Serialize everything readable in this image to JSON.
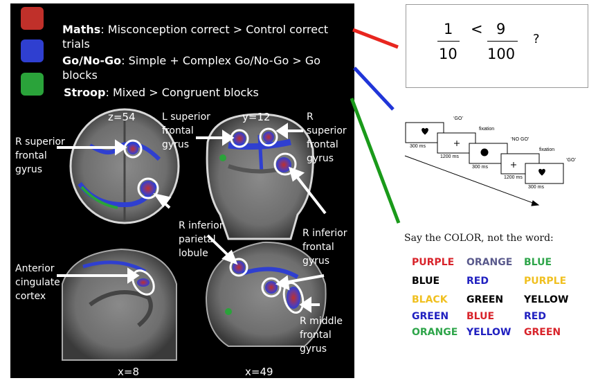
{
  "legend": [
    {
      "bold": "Maths",
      "rest": ": Misconception correct > Control correct trials",
      "color": "#c0302a"
    },
    {
      "bold": "Go/No-Go",
      "rest": ": Simple + Complex Go/No-Go > Go blocks",
      "color": "#2f3fd0"
    },
    {
      "bold": "Stroop",
      "rest": ": Mixed > Congruent blocks",
      "color": "#2aa33a"
    }
  ],
  "coords": {
    "z": "z=54",
    "y": "y=12",
    "x1": "x=8",
    "x2": "x=49"
  },
  "labels": {
    "r_sup_left": "R superior frontal gyrus",
    "l_sup": "L superior frontal gyrus",
    "r_sup_right": "R superior frontal gyrus",
    "r_inf_front": "R inferior frontal gyrus",
    "r_inf_par": "R inferior parietal lobule",
    "ant_cing": "Anterior cingulate cortex",
    "r_mid_front": "R middle frontal gyrus"
  },
  "math": {
    "num1": "1",
    "den1": "10",
    "op": "<",
    "num2": "9",
    "den2": "100",
    "q": "?"
  },
  "gonogo": {
    "go1": "‘GO’",
    "fix1": "fixation",
    "nogo": "‘NO GO’",
    "fix2": "fixation",
    "go2": "‘GO’",
    "t1": "300 ms",
    "t2": "1200 ms",
    "t3": "300 ms",
    "t4": "1200 ms",
    "t5": "300 ms"
  },
  "stroop": {
    "title": "Say the COLOR, not the word:",
    "words": [
      [
        {
          "w": "PURPLE",
          "c": "#d8232a"
        },
        {
          "w": "ORANGE",
          "c": "#5a5a8c"
        },
        {
          "w": "BLUE",
          "c": "#2ea54a"
        }
      ],
      [
        {
          "w": "BLUE",
          "c": "#000000"
        },
        {
          "w": "RED",
          "c": "#2020c0"
        },
        {
          "w": "PURPLE",
          "c": "#f0c020"
        }
      ],
      [
        {
          "w": "BLACK",
          "c": "#f0c020"
        },
        {
          "w": "GREEN",
          "c": "#000000"
        },
        {
          "w": "YELLOW",
          "c": "#000000"
        }
      ],
      [
        {
          "w": "GREEN",
          "c": "#2020c0"
        },
        {
          "w": "BLUE",
          "c": "#d8232a"
        },
        {
          "w": "RED",
          "c": "#2020c0"
        }
      ],
      [
        {
          "w": "ORANGE",
          "c": "#2ea54a"
        },
        {
          "w": "YELLOW",
          "c": "#2020c0"
        },
        {
          "w": "GREEN",
          "c": "#d8232a"
        }
      ]
    ]
  },
  "connector_colors": {
    "red": "#e8261f",
    "blue": "#2035d8",
    "green": "#1a9a1a"
  }
}
